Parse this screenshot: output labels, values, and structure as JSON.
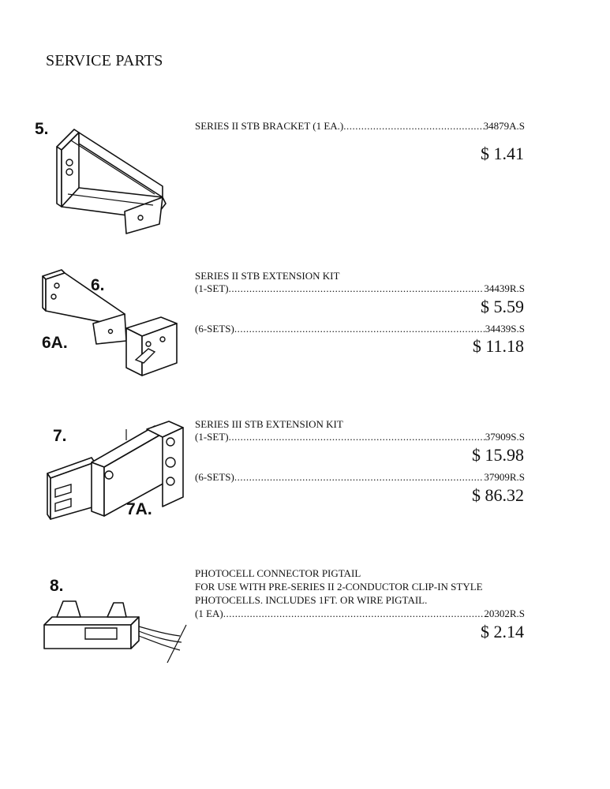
{
  "page_title": "SERVICE PARTS",
  "parts": [
    {
      "number": "5.",
      "lines": [
        {
          "label": "SERIES II STB BRACKET (1 EA.)",
          "code": "34879A.S",
          "price": "$ 1.41"
        }
      ]
    },
    {
      "number": "6.",
      "number_alt": "6A.",
      "heading": "SERIES II STB EXTENSION KIT",
      "lines": [
        {
          "label": "(1-SET) ",
          "code": "34439R.S",
          "price": "$ 5.59"
        },
        {
          "label": "(6-SETS) ",
          "code": "34439S.S",
          "price": "$ 11.18"
        }
      ]
    },
    {
      "number": "7.",
      "number_alt": "7A.",
      "heading": "SERIES III STB EXTENSION KIT",
      "lines": [
        {
          "label": "(1-SET) ",
          "code": " 37909S.S",
          "price": "$ 15.98"
        },
        {
          "label": "(6-SETS) ",
          "code": "37909R.S",
          "price": "$ 86.32"
        }
      ]
    },
    {
      "number": "8.",
      "heading": "PHOTOCELL CONNECTOR PIGTAIL",
      "desc_1": "FOR USE WITH PRE-SERIES II 2-CONDUCTOR CLIP-IN STYLE",
      "desc_2": "PHOTOCELLS. INCLUDES 1FT. OR WIRE PIGTAIL.",
      "lines": [
        {
          "label": " (1 EA) ",
          "code": "20302R.S",
          "price": "$ 2.14"
        }
      ]
    }
  ]
}
